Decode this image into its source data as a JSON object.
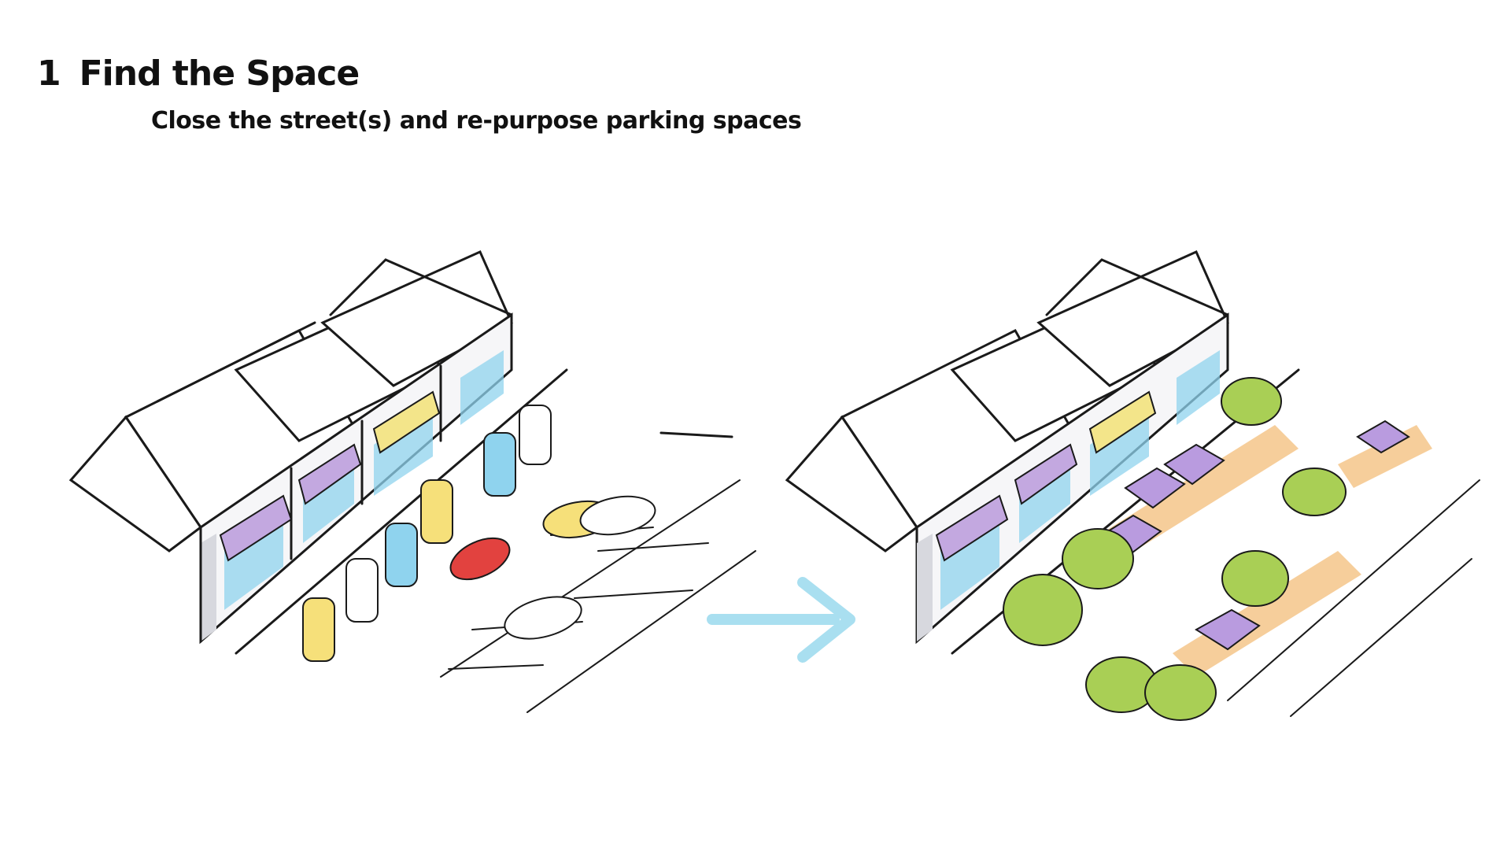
{
  "header": {
    "step_number": "1",
    "title": "Find the Space",
    "subtitle": "Close the street(s) and re-purpose parking spaces"
  },
  "colors": {
    "arrow": "#a9dff0",
    "awning_purple": "#c3a8e0",
    "awning_yellow": "#f3e58a",
    "storefront_blue": "#8fd3ee",
    "tree_green": "#a9cf55",
    "plaza_orange": "#f5c58a",
    "umbrella_purple": "#b99bdf",
    "car_red": "#e2423f",
    "car_yellow": "#f6e07a"
  }
}
